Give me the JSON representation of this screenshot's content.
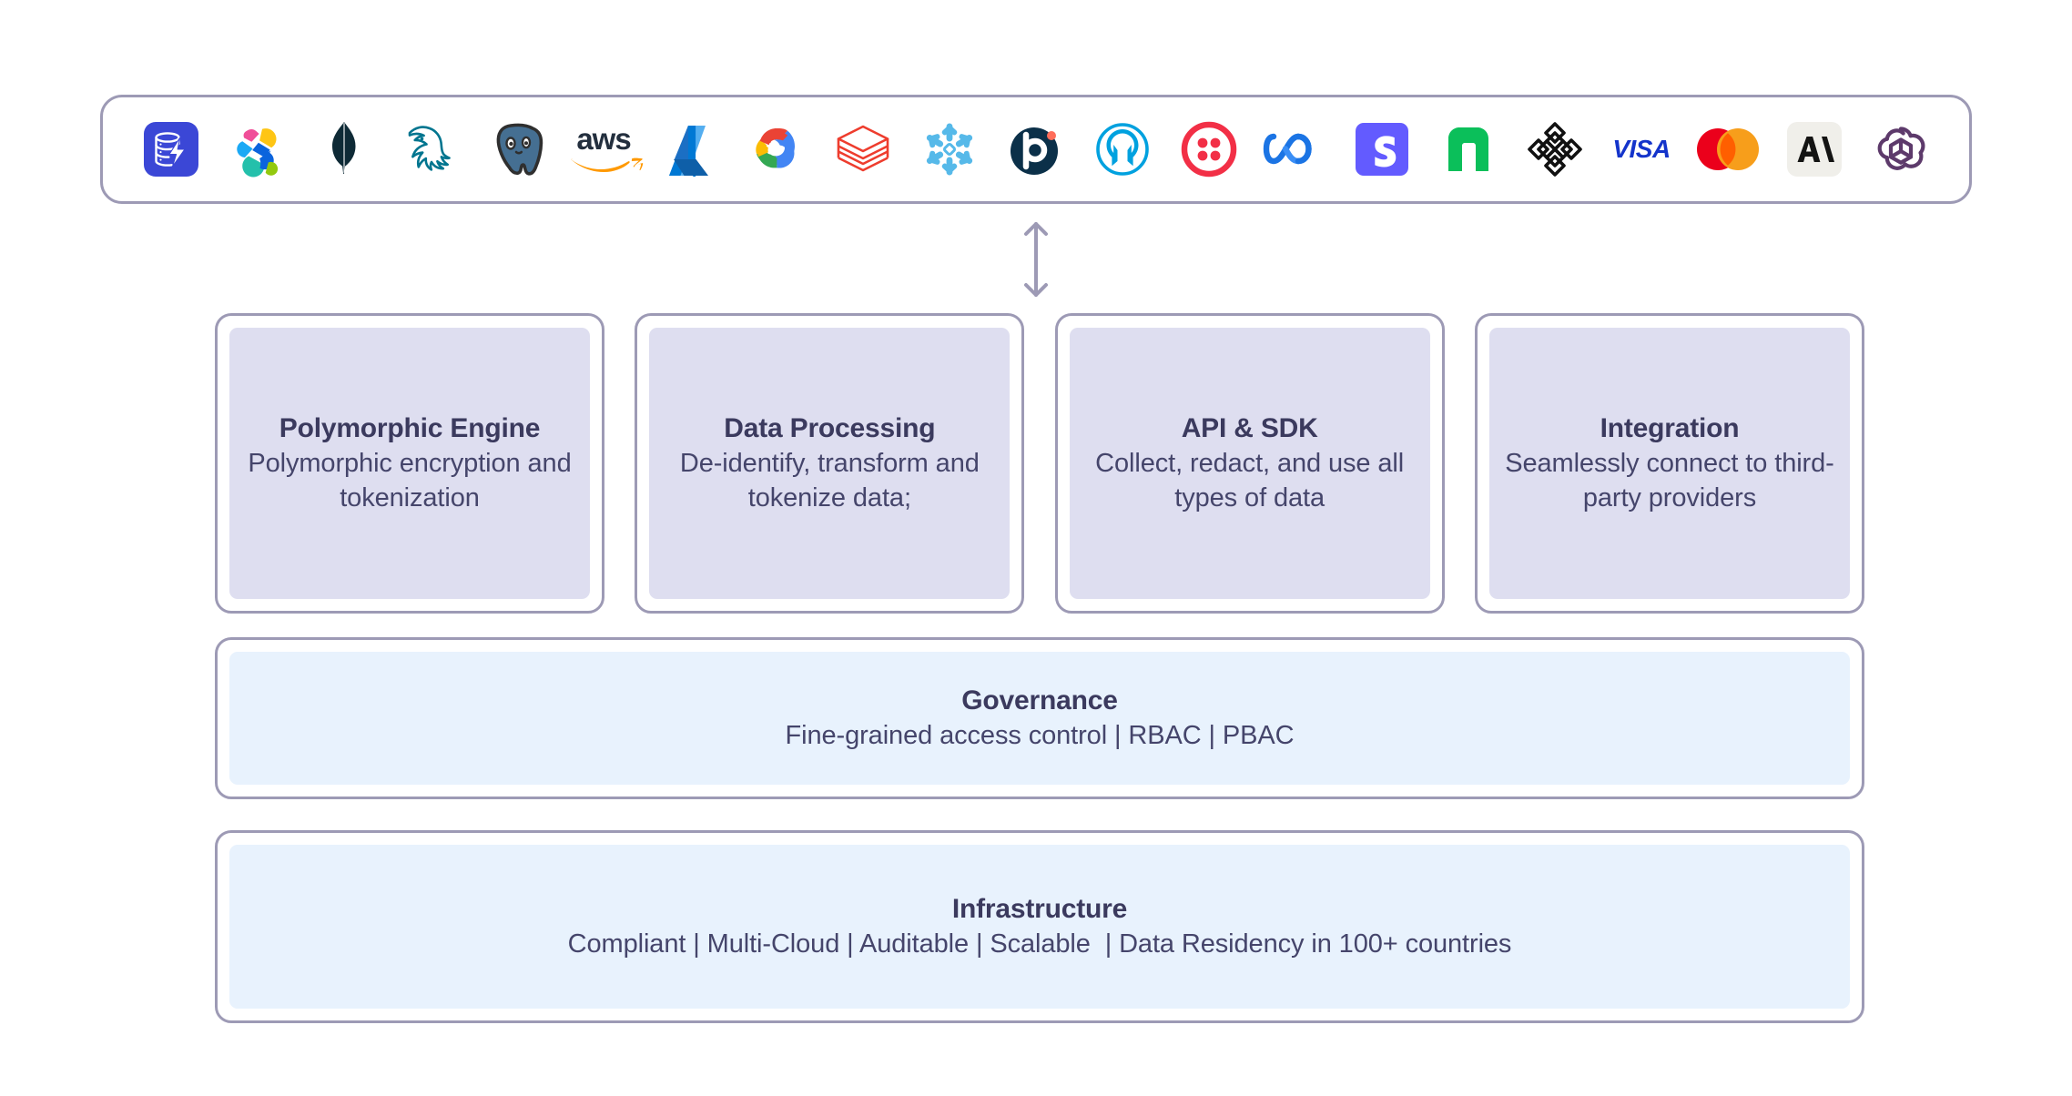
{
  "diagram": {
    "connector": {
      "icon": "double-headed-vertical-arrow",
      "color": "#9d9ab5"
    },
    "border_color": "#9d9ab5",
    "card_fill": "#dedef0",
    "band_fill": "#e8f2fd",
    "text_color": "#3b3a5e"
  },
  "logo_strip": {
    "logos": [
      {
        "name": "skyflow-icon",
        "label": "Skyflow"
      },
      {
        "name": "elastic-icon",
        "label": "Elastic"
      },
      {
        "name": "mongodb-icon",
        "label": "MongoDB"
      },
      {
        "name": "mysql-icon",
        "label": "MySQL"
      },
      {
        "name": "postgresql-icon",
        "label": "PostgreSQL"
      },
      {
        "name": "aws-icon",
        "label": "aws"
      },
      {
        "name": "azure-icon",
        "label": "Microsoft Azure"
      },
      {
        "name": "google-cloud-icon",
        "label": "Google Cloud"
      },
      {
        "name": "databricks-icon",
        "label": "Databricks"
      },
      {
        "name": "snowflake-icon",
        "label": "Snowflake"
      },
      {
        "name": "braze-icon",
        "label": "Braze"
      },
      {
        "name": "mulesoft-icon",
        "label": "MuleSoft"
      },
      {
        "name": "twilio-icon",
        "label": "Twilio"
      },
      {
        "name": "meta-icon",
        "label": "Meta"
      },
      {
        "name": "stripe-icon",
        "label": "Stripe"
      },
      {
        "name": "appian-icon",
        "label": "Appian"
      },
      {
        "name": "plaid-icon",
        "label": "Plaid"
      },
      {
        "name": "visa-icon",
        "label": "VISA"
      },
      {
        "name": "mastercard-icon",
        "label": "Mastercard"
      },
      {
        "name": "anthropic-icon",
        "label": "Anthropic"
      },
      {
        "name": "openai-icon",
        "label": "OpenAI"
      }
    ]
  },
  "cards": [
    {
      "title": "Polymorphic Engine",
      "desc": "Polymorphic encryption and tokenization"
    },
    {
      "title": "Data Processing",
      "desc": "De-identify, transform and tokenize data;"
    },
    {
      "title": "API & SDK",
      "desc": "Collect, redact, and use all types of data"
    },
    {
      "title": "Integration",
      "desc": "Seamlessly connect to third-party providers"
    }
  ],
  "bands": {
    "governance": {
      "title": "Governance",
      "desc": "Fine-grained access control | RBAC | PBAC"
    },
    "infrastructure": {
      "title": "Infrastructure",
      "desc": "Compliant | Multi-Cloud | Auditable | Scalable  | Data Residency in 100+ countries"
    }
  }
}
